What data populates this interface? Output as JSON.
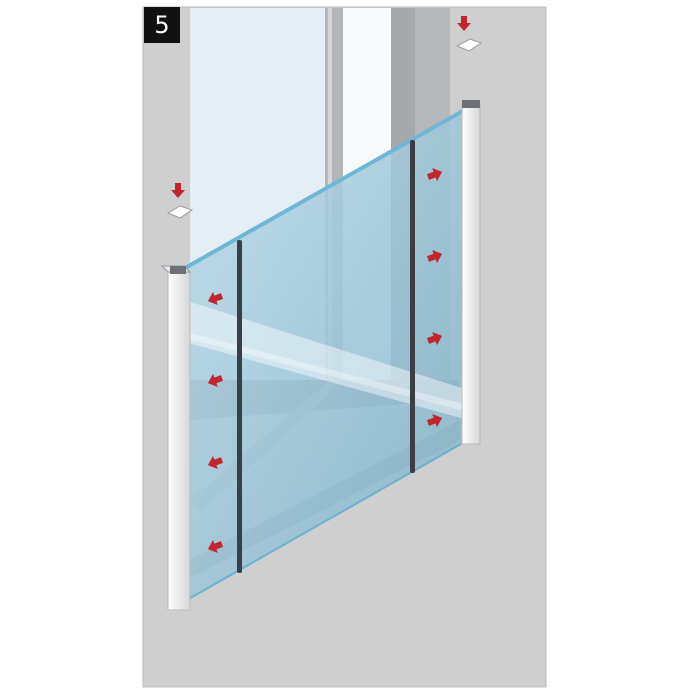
{
  "step": {
    "number": "5"
  },
  "colors": {
    "wall": "#cfcfd0",
    "window_glass": "#e3eef5",
    "frame": "#a9a9ab",
    "glass_panel": "#8ec4dc",
    "glass_edge": "#6bb0cf",
    "post": "#f2f2f2",
    "bar": "#3b3f45",
    "arrow": "#c0262d"
  },
  "icons": [
    "step-number-badge",
    "cap-insert-icon",
    "push-arrow-icon",
    "glass-balustrade-panel",
    "end-post",
    "clamping-bar"
  ]
}
